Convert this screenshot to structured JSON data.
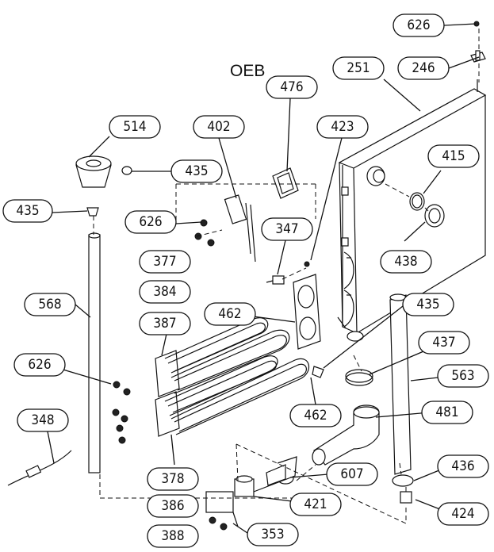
{
  "diagram": {
    "header_label": "OEB",
    "part_labels": [
      {
        "id": "626a",
        "text": "626"
      },
      {
        "id": "246",
        "text": "246"
      },
      {
        "id": "251",
        "text": "251"
      },
      {
        "id": "476",
        "text": "476"
      },
      {
        "id": "514",
        "text": "514"
      },
      {
        "id": "402",
        "text": "402"
      },
      {
        "id": "423",
        "text": "423"
      },
      {
        "id": "435a",
        "text": "435"
      },
      {
        "id": "415",
        "text": "415"
      },
      {
        "id": "435b",
        "text": "435"
      },
      {
        "id": "626b",
        "text": "626"
      },
      {
        "id": "347",
        "text": "347"
      },
      {
        "id": "438",
        "text": "438"
      },
      {
        "id": "377",
        "text": "377"
      },
      {
        "id": "384",
        "text": "384"
      },
      {
        "id": "568",
        "text": "568"
      },
      {
        "id": "462a",
        "text": "462"
      },
      {
        "id": "435c",
        "text": "435"
      },
      {
        "id": "387",
        "text": "387"
      },
      {
        "id": "437",
        "text": "437"
      },
      {
        "id": "626c",
        "text": "626"
      },
      {
        "id": "563",
        "text": "563"
      },
      {
        "id": "348",
        "text": "348"
      },
      {
        "id": "462b",
        "text": "462"
      },
      {
        "id": "481",
        "text": "481"
      },
      {
        "id": "607",
        "text": "607"
      },
      {
        "id": "436",
        "text": "436"
      },
      {
        "id": "378",
        "text": "378"
      },
      {
        "id": "421",
        "text": "421"
      },
      {
        "id": "424",
        "text": "424"
      },
      {
        "id": "386",
        "text": "386"
      },
      {
        "id": "353",
        "text": "353"
      },
      {
        "id": "388",
        "text": "388"
      }
    ]
  }
}
